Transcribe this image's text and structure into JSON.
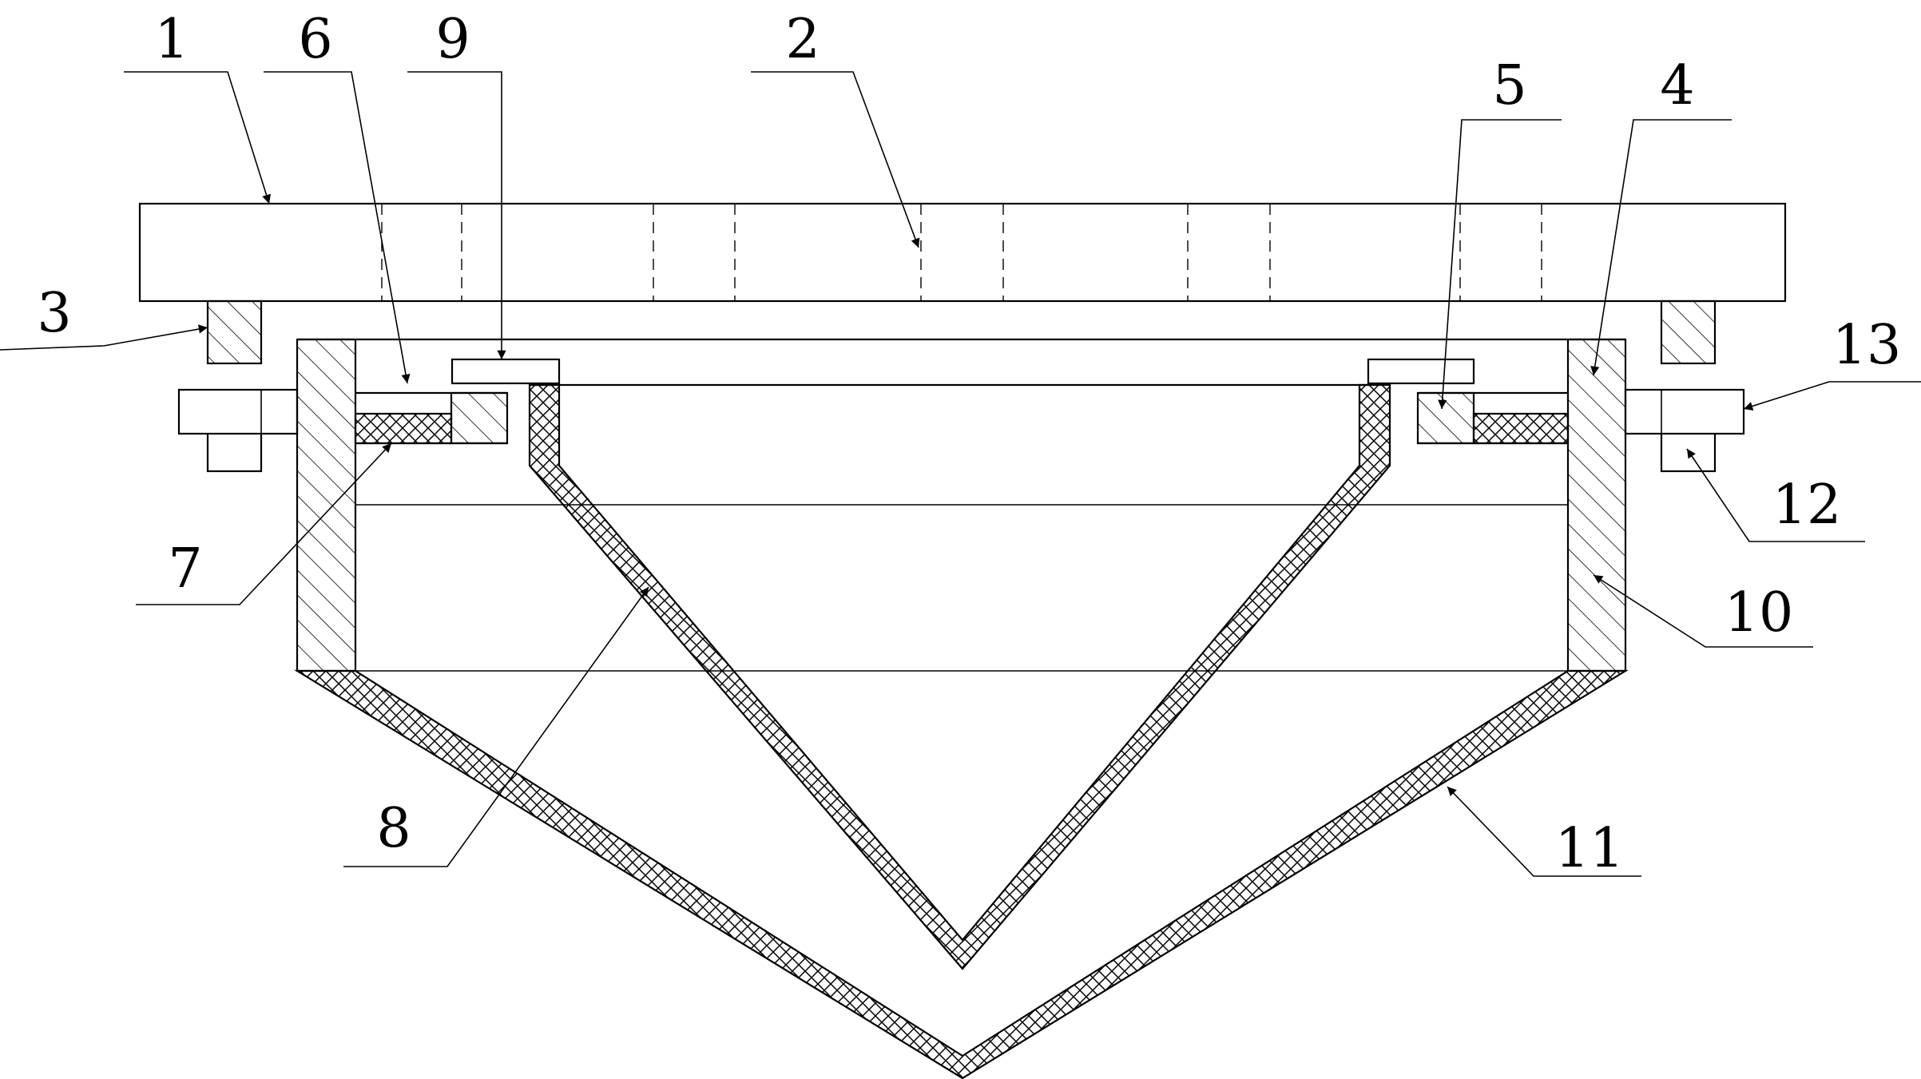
{
  "diagram": {
    "labels": [
      {
        "id": "1",
        "text": "1"
      },
      {
        "id": "2",
        "text": "2"
      },
      {
        "id": "3",
        "text": "3"
      },
      {
        "id": "4",
        "text": "4"
      },
      {
        "id": "5",
        "text": "5"
      },
      {
        "id": "6",
        "text": "6"
      },
      {
        "id": "7",
        "text": "7"
      },
      {
        "id": "8",
        "text": "8"
      },
      {
        "id": "9",
        "text": "9"
      },
      {
        "id": "10",
        "text": "10"
      },
      {
        "id": "11",
        "text": "11"
      },
      {
        "id": "12",
        "text": "12"
      },
      {
        "id": "13",
        "text": "13"
      }
    ],
    "colors": {
      "line": "#000000",
      "background": "#ffffff"
    }
  }
}
